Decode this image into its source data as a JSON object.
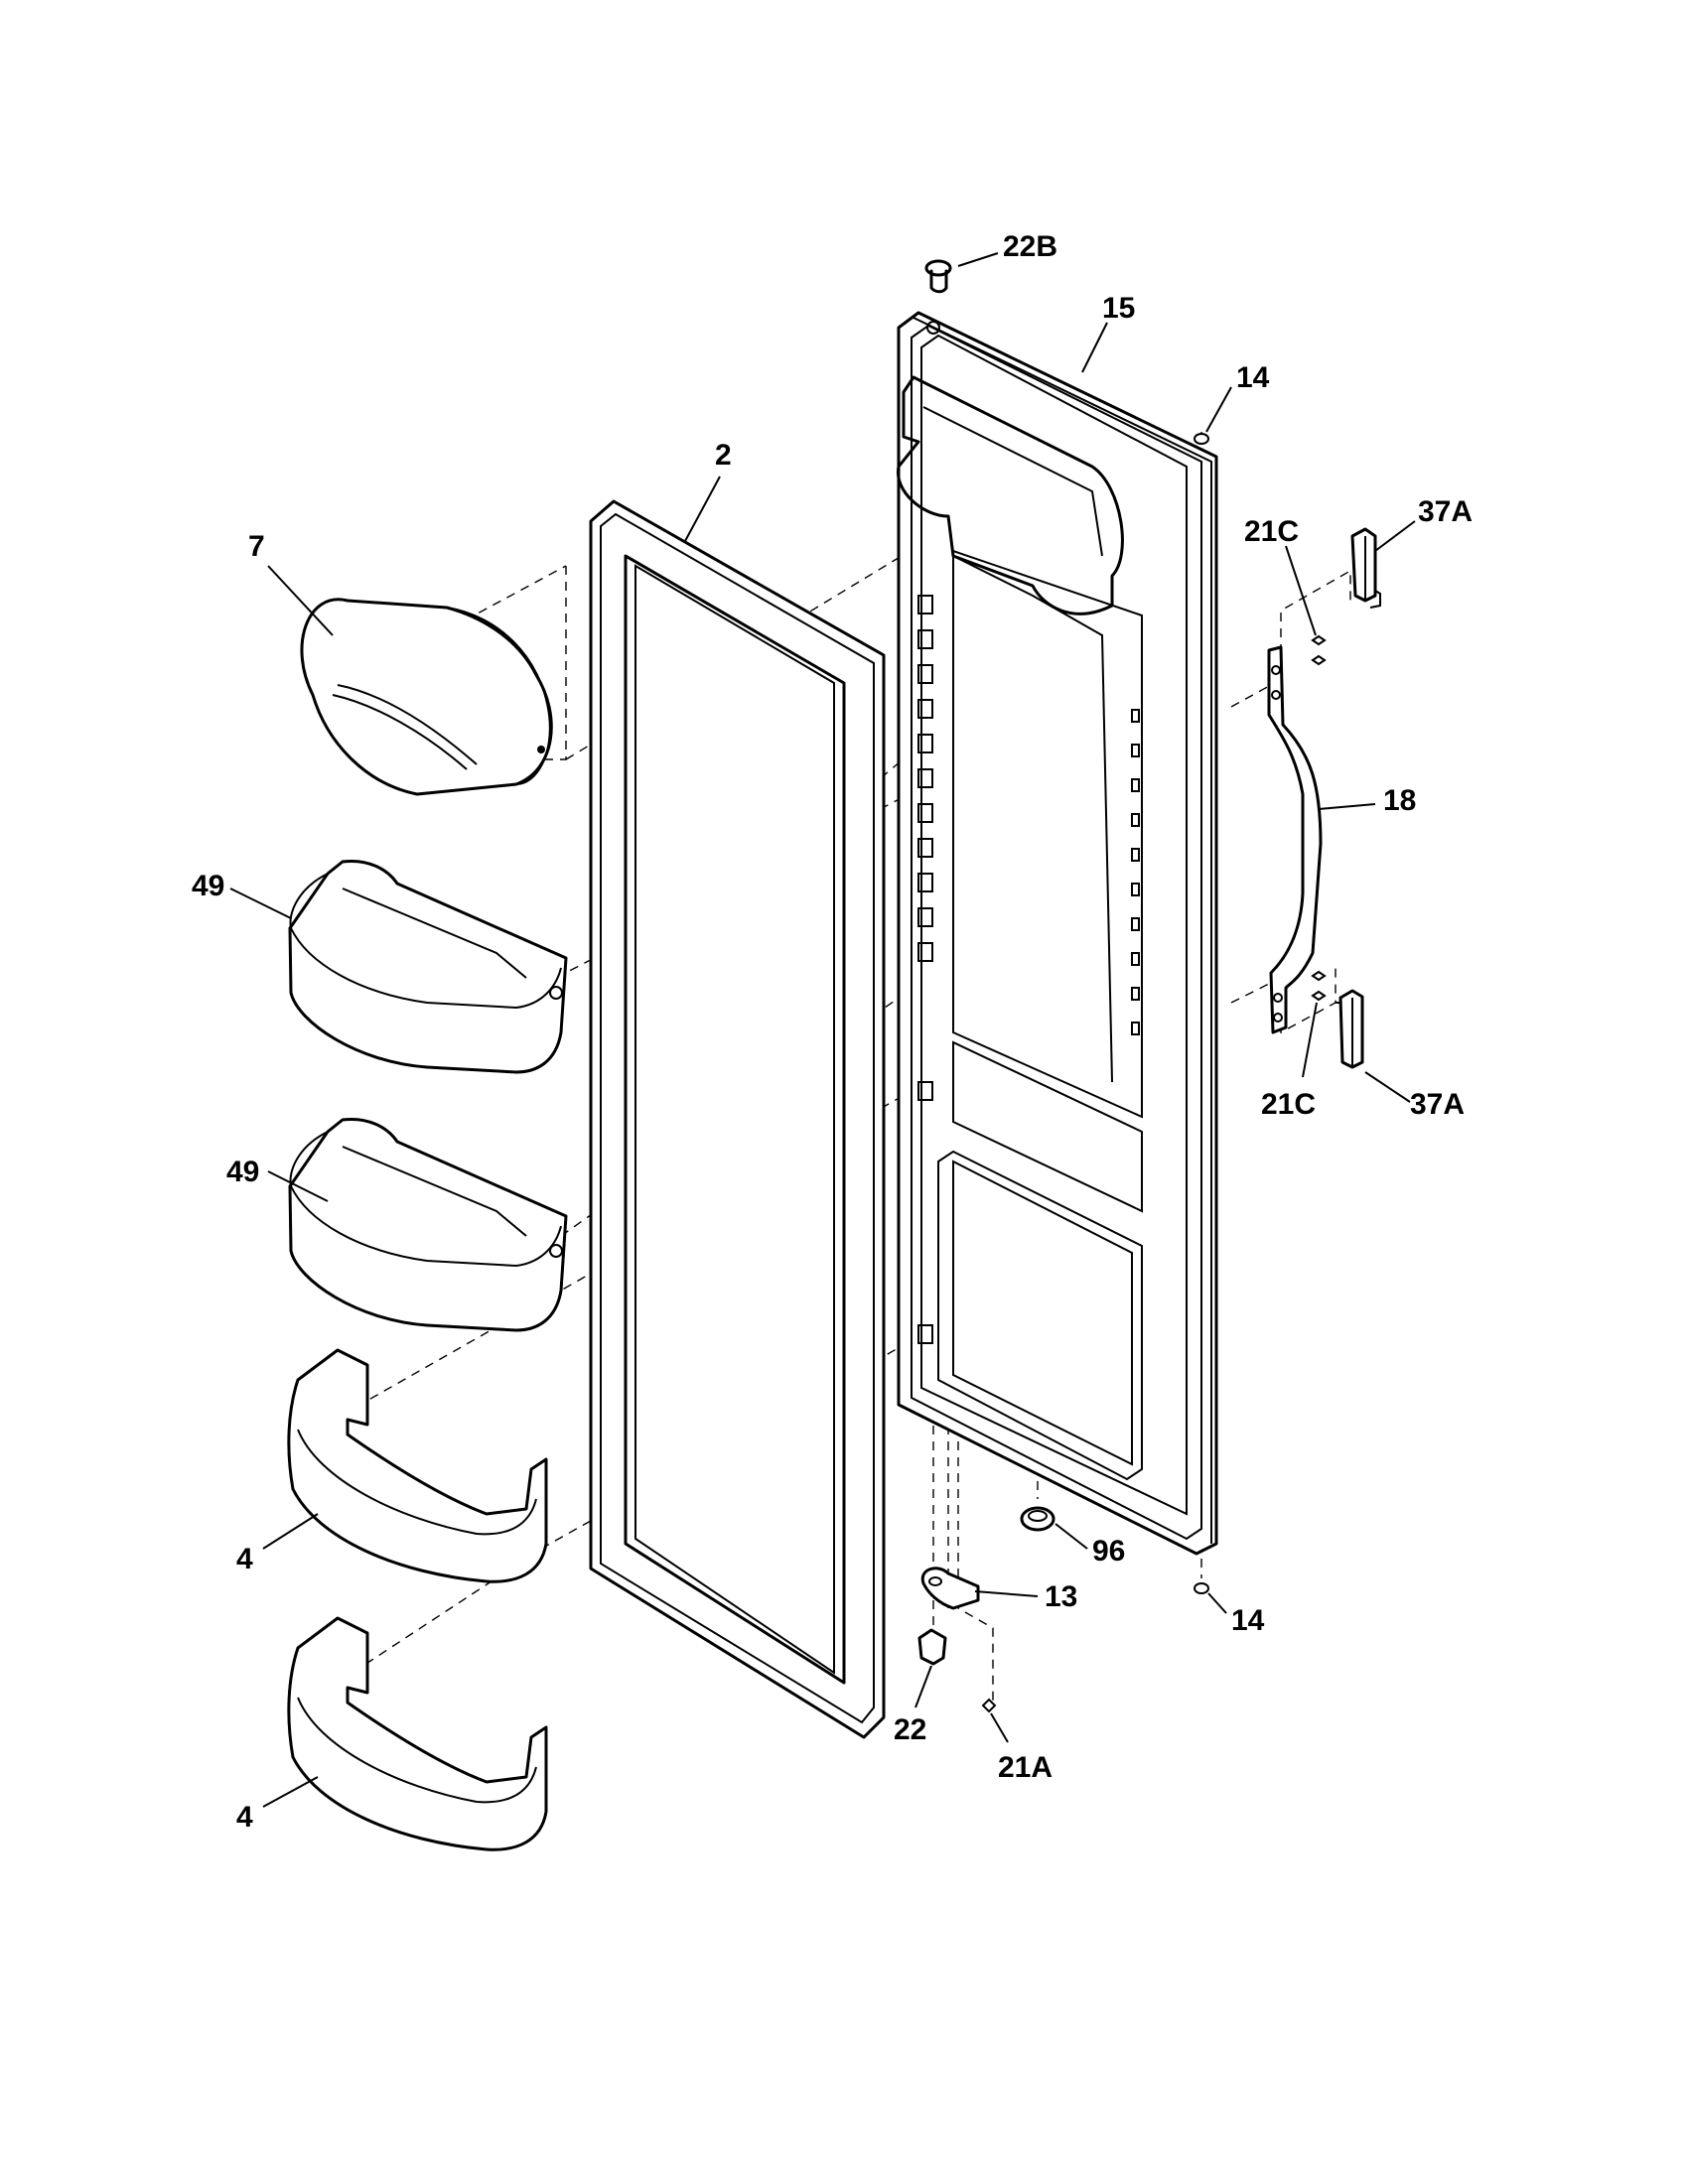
{
  "diagram": {
    "callouts": [
      {
        "id": "22B",
        "text": "22B"
      },
      {
        "id": "15",
        "text": "15"
      },
      {
        "id": "14-top",
        "text": "14"
      },
      {
        "id": "2",
        "text": "2"
      },
      {
        "id": "7",
        "text": "7"
      },
      {
        "id": "21C-top",
        "text": "21C"
      },
      {
        "id": "37A-top",
        "text": "37A"
      },
      {
        "id": "18",
        "text": "18"
      },
      {
        "id": "49-upper",
        "text": "49"
      },
      {
        "id": "49-lower",
        "text": "49"
      },
      {
        "id": "21C-bottom",
        "text": "21C"
      },
      {
        "id": "37A-bottom",
        "text": "37A"
      },
      {
        "id": "96",
        "text": "96"
      },
      {
        "id": "14-bottom",
        "text": "14"
      },
      {
        "id": "13",
        "text": "13"
      },
      {
        "id": "4-upper",
        "text": "4"
      },
      {
        "id": "22",
        "text": "22"
      },
      {
        "id": "21A",
        "text": "21A"
      },
      {
        "id": "4-lower",
        "text": "4"
      }
    ]
  }
}
